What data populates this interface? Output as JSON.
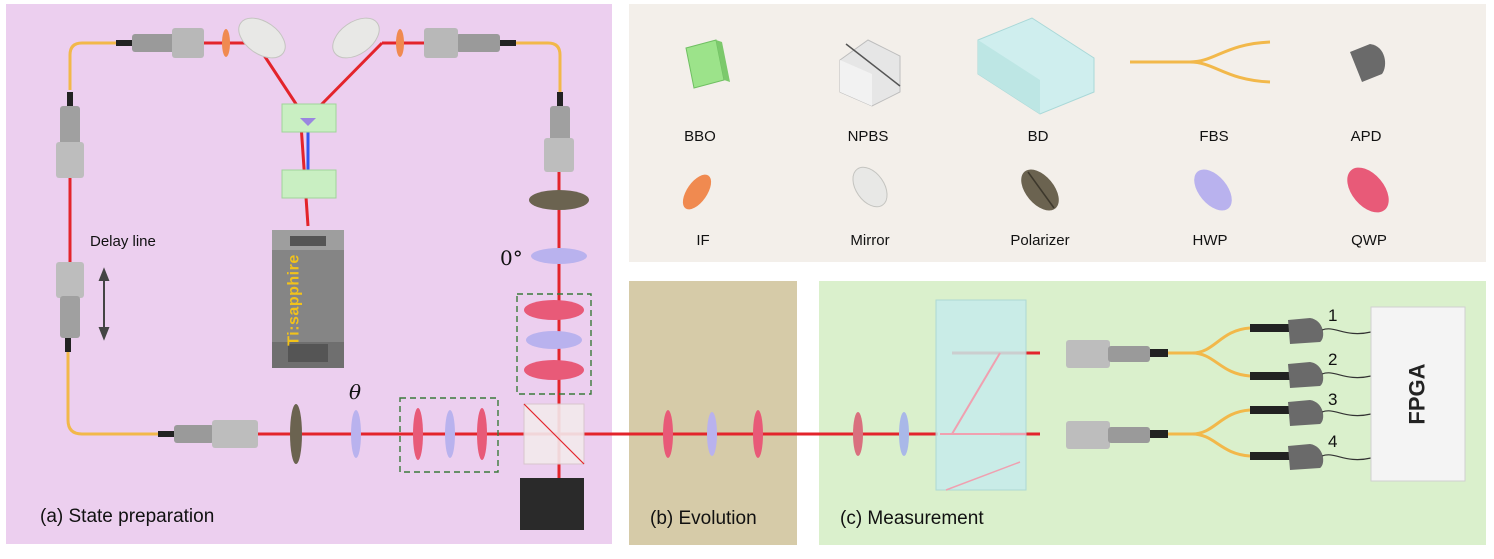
{
  "legend": {
    "items": [
      {
        "key": "bbo",
        "label": "BBO"
      },
      {
        "key": "npbs",
        "label": "NPBS"
      },
      {
        "key": "bd",
        "label": "BD"
      },
      {
        "key": "fbs",
        "label": "FBS"
      },
      {
        "key": "apd",
        "label": "APD"
      },
      {
        "key": "if",
        "label": "IF"
      },
      {
        "key": "mirror",
        "label": "Mirror"
      },
      {
        "key": "polarizer",
        "label": "Polarizer"
      },
      {
        "key": "hwp",
        "label": "HWP"
      },
      {
        "key": "qwp",
        "label": "QWP"
      }
    ]
  },
  "panels": {
    "state_preparation": "(a) State preparation",
    "evolution": "(b) Evolution",
    "measurement": "(c) Measurement"
  },
  "labels": {
    "laser": "Ti:sapphire",
    "delay_line": "Delay line",
    "theta": "θ",
    "zero_deg": "0°",
    "fpga": "FPGA",
    "channels": [
      "1",
      "2",
      "3",
      "4"
    ]
  },
  "colors": {
    "panel_a": "#eccfef",
    "panel_legend": "#f3efea",
    "panel_b": "#d6cba8",
    "panel_c": "#daf0cc",
    "beam_red": "#e3242b",
    "beam_blue": "#3355ee",
    "fiber": "#f2b84a",
    "hwp": "#b9b2ee",
    "qwp": "#e85a78",
    "if": "#f08a50",
    "polarizer": "#6b6350",
    "bbo": "#9ce38a",
    "dashed_box": "#3b7a3b"
  }
}
